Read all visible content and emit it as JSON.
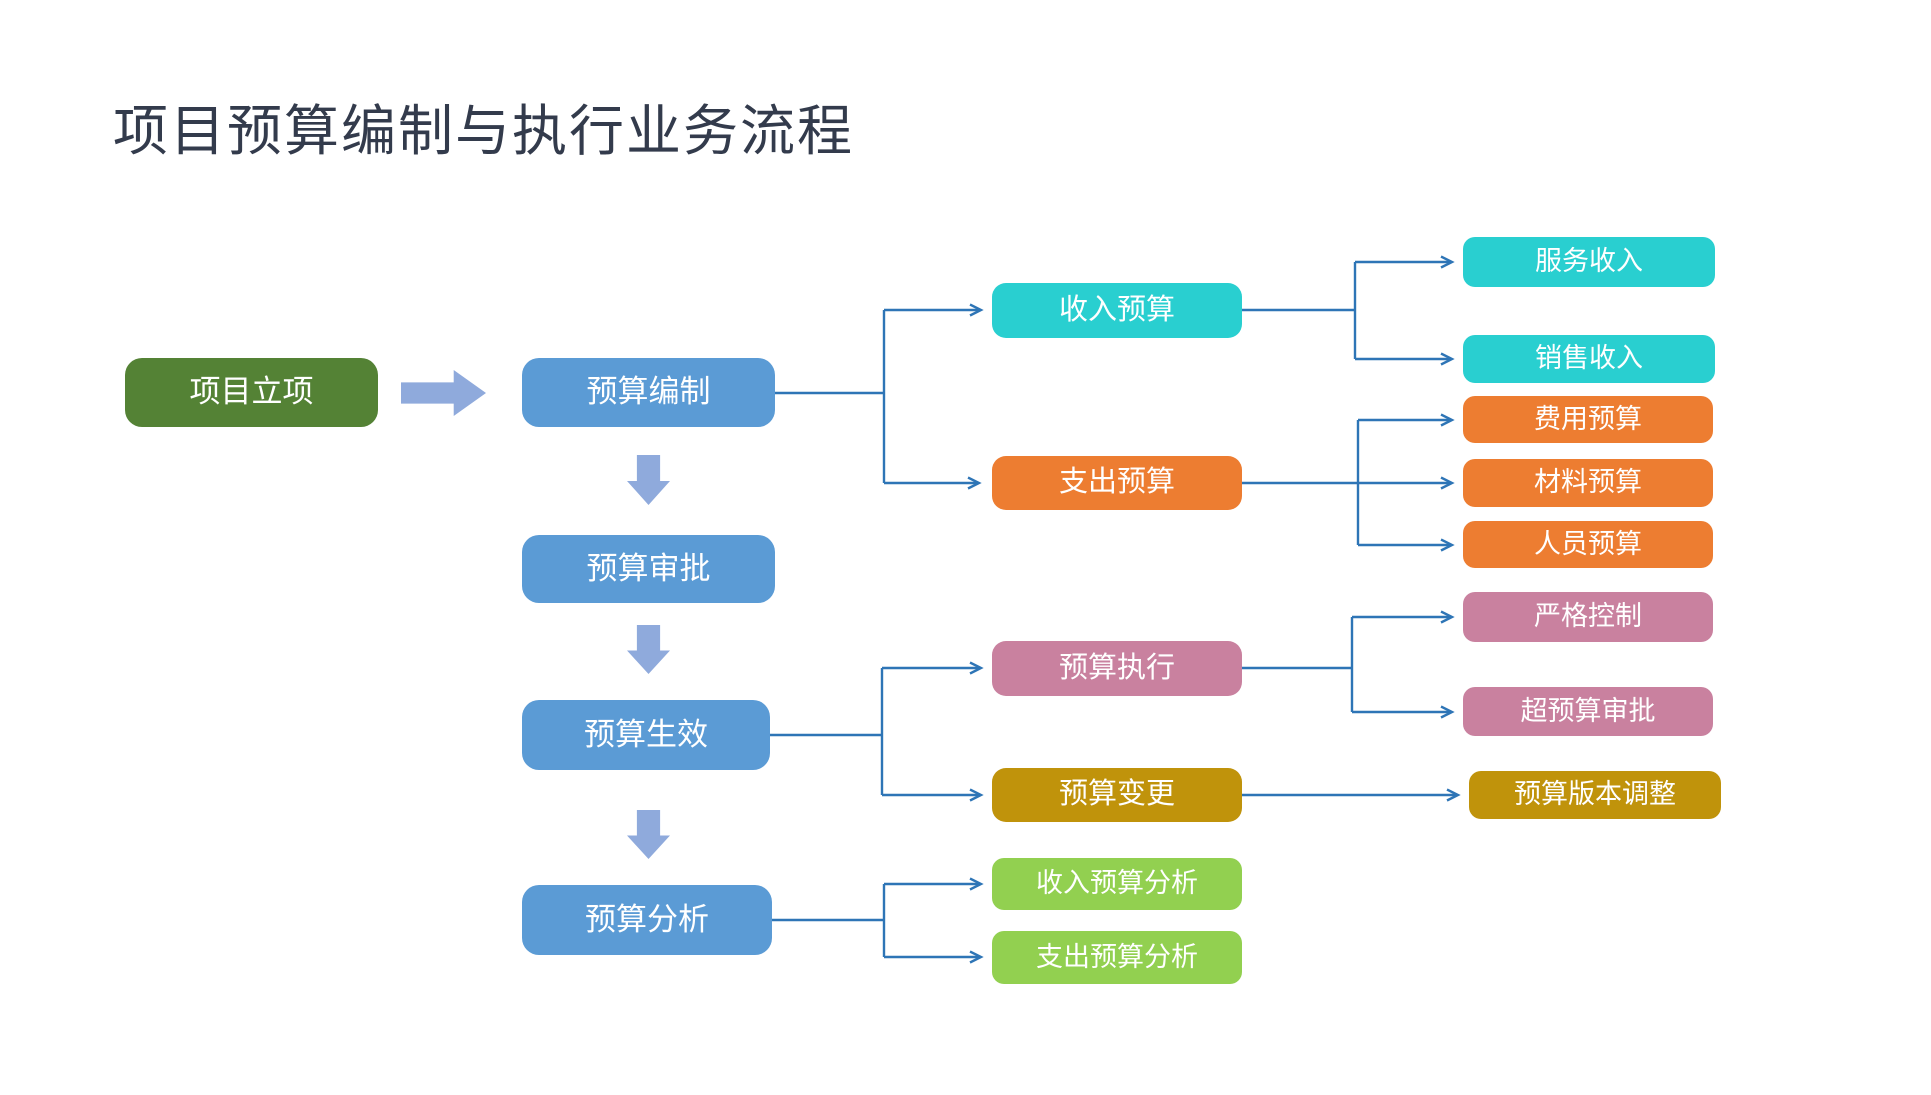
{
  "title": "项目预算编制与执行业务流程",
  "palette": {
    "title_text": "#333B4C",
    "node_text": "#FFFFFF",
    "dark_green": "#548235",
    "blue": "#5B9BD5",
    "cyan": "#29CFD0",
    "orange": "#ED7D31",
    "pink": "#C9819F",
    "gold": "#C0930B",
    "light_green": "#92D050",
    "block_arrow": "#8FAADC",
    "connector_line": "#2E75B6"
  },
  "nodes": {
    "project_initiation": {
      "label": "项目立项",
      "color": "#548235"
    },
    "budget_preparation": {
      "label": "预算编制",
      "color": "#5B9BD5"
    },
    "budget_approval": {
      "label": "预算审批",
      "color": "#5B9BD5"
    },
    "budget_effective": {
      "label": "预算生效",
      "color": "#5B9BD5"
    },
    "budget_analysis": {
      "label": "预算分析",
      "color": "#5B9BD5"
    },
    "income_budget": {
      "label": "收入预算",
      "color": "#29CFD0"
    },
    "expenditure_budget": {
      "label": "支出预算",
      "color": "#ED7D31"
    },
    "service_income": {
      "label": "服务收入",
      "color": "#29CFD0"
    },
    "sales_income": {
      "label": "销售收入",
      "color": "#29CFD0"
    },
    "fee_budget": {
      "label": "费用预算",
      "color": "#ED7D31"
    },
    "material_budget": {
      "label": "材料预算",
      "color": "#ED7D31"
    },
    "personnel_budget": {
      "label": "人员预算",
      "color": "#ED7D31"
    },
    "budget_execution": {
      "label": "预算执行",
      "color": "#C9819F"
    },
    "strict_control": {
      "label": "严格控制",
      "color": "#C9819F"
    },
    "over_budget_approval": {
      "label": "超预算审批",
      "color": "#C9819F"
    },
    "budget_change": {
      "label": "预算变更",
      "color": "#C0930B"
    },
    "budget_version_adjust": {
      "label": "预算版本调整",
      "color": "#C0930B"
    },
    "income_budget_analysis": {
      "label": "收入预算分析",
      "color": "#92D050"
    },
    "expenditure_budget_analysis": {
      "label": "支出预算分析",
      "color": "#92D050"
    }
  },
  "edges": [
    {
      "from": "project_initiation",
      "to": "budget_preparation"
    },
    {
      "from": "budget_preparation",
      "to": "budget_approval"
    },
    {
      "from": "budget_approval",
      "to": "budget_effective"
    },
    {
      "from": "budget_effective",
      "to": "budget_analysis"
    },
    {
      "from": "budget_preparation",
      "to": "income_budget"
    },
    {
      "from": "budget_preparation",
      "to": "expenditure_budget"
    },
    {
      "from": "income_budget",
      "to": "service_income"
    },
    {
      "from": "income_budget",
      "to": "sales_income"
    },
    {
      "from": "expenditure_budget",
      "to": "fee_budget"
    },
    {
      "from": "expenditure_budget",
      "to": "material_budget"
    },
    {
      "from": "expenditure_budget",
      "to": "personnel_budget"
    },
    {
      "from": "budget_effective",
      "to": "budget_execution"
    },
    {
      "from": "budget_effective",
      "to": "budget_change"
    },
    {
      "from": "budget_execution",
      "to": "strict_control"
    },
    {
      "from": "budget_execution",
      "to": "over_budget_approval"
    },
    {
      "from": "budget_change",
      "to": "budget_version_adjust"
    },
    {
      "from": "budget_analysis",
      "to": "income_budget_analysis"
    },
    {
      "from": "budget_analysis",
      "to": "expenditure_budget_analysis"
    }
  ]
}
